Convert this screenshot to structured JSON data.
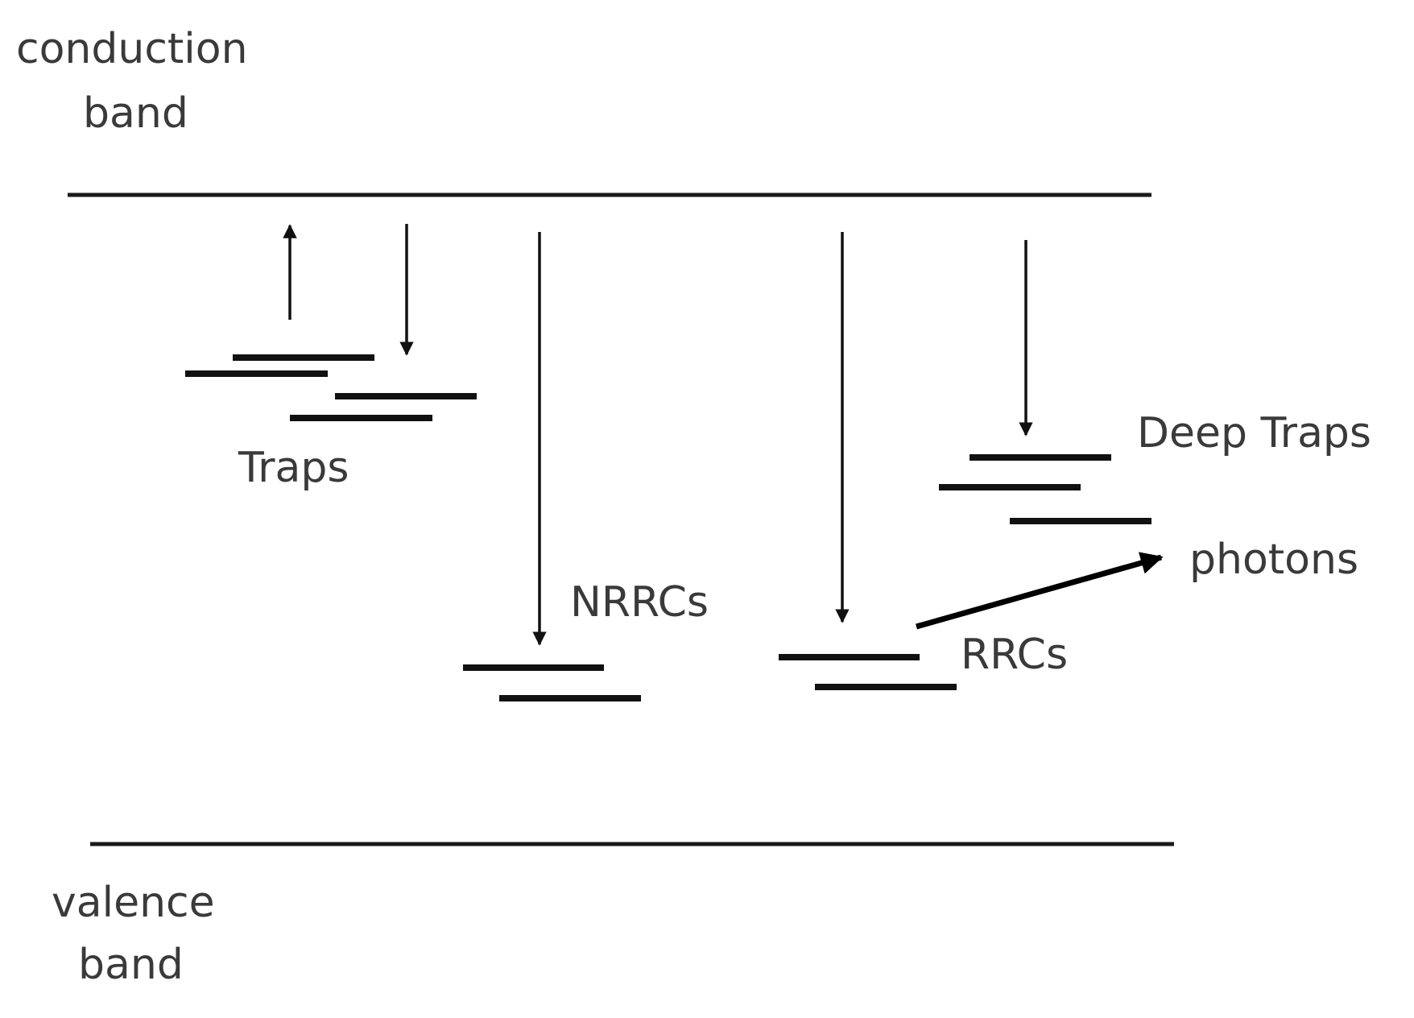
{
  "labels": {
    "conduction_line1": "conduction",
    "conduction_line2": "band",
    "valence_line1": "valence",
    "valence_line2": "band",
    "traps": "Traps",
    "nrrcs": "NRRCs",
    "rrcs": "RRCs",
    "deep_traps": "Deep Traps",
    "photons": "photons"
  },
  "colors": {
    "line": "#111111",
    "text": "#3a3a3a",
    "background": "#ffffff"
  }
}
